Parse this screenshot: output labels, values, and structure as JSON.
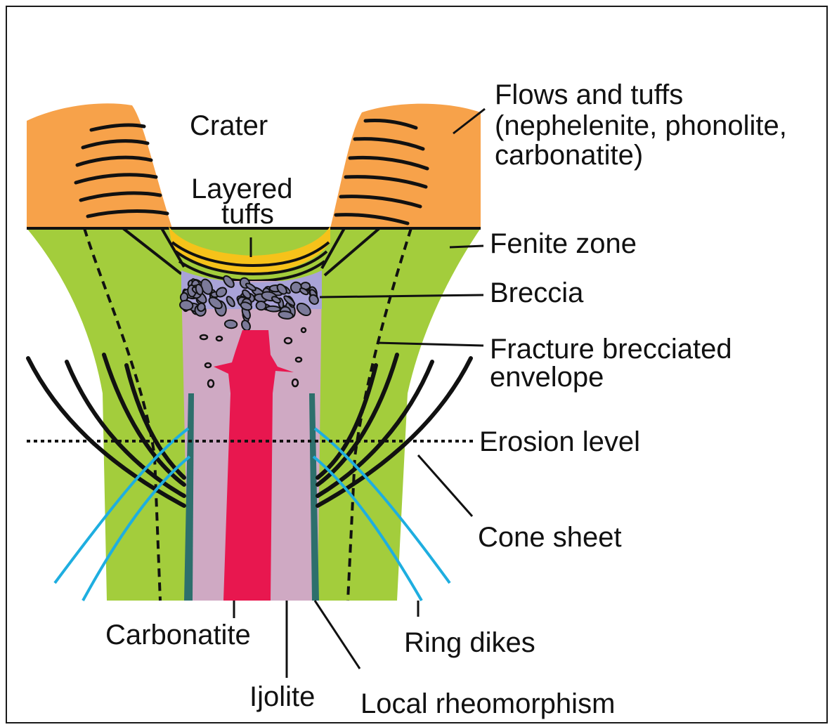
{
  "labels": {
    "crater": "Crater",
    "layered_tuffs_1": "Layered",
    "layered_tuffs_2": "tuffs",
    "flows_1": "Flows and tuffs",
    "flows_2": "(nephelenite, phonolite,",
    "flows_3": "carbonatite)",
    "fenite": "Fenite zone",
    "breccia": "Breccia",
    "fracture_1": "Fracture brecciated",
    "fracture_2": "envelope",
    "erosion": "Erosion level",
    "cone_sheet": "Cone sheet",
    "carbonatite": "Carbonatite",
    "ring_dikes": "Ring dikes",
    "ijolite": "Ijolite",
    "rheomorphism": "Local rheomorphism"
  },
  "colors": {
    "flows": "#f7a24a",
    "fenite": "#a3cd3c",
    "ijolite": "#cfa9c3",
    "carbonatite": "#e8174f",
    "breccia_zone": "#a9a3d8",
    "layered_tuffs": "#f6c21a",
    "ring_dikes": "#1eaee0",
    "rheomorphism": "#2d6f6c",
    "line": "#111111"
  }
}
